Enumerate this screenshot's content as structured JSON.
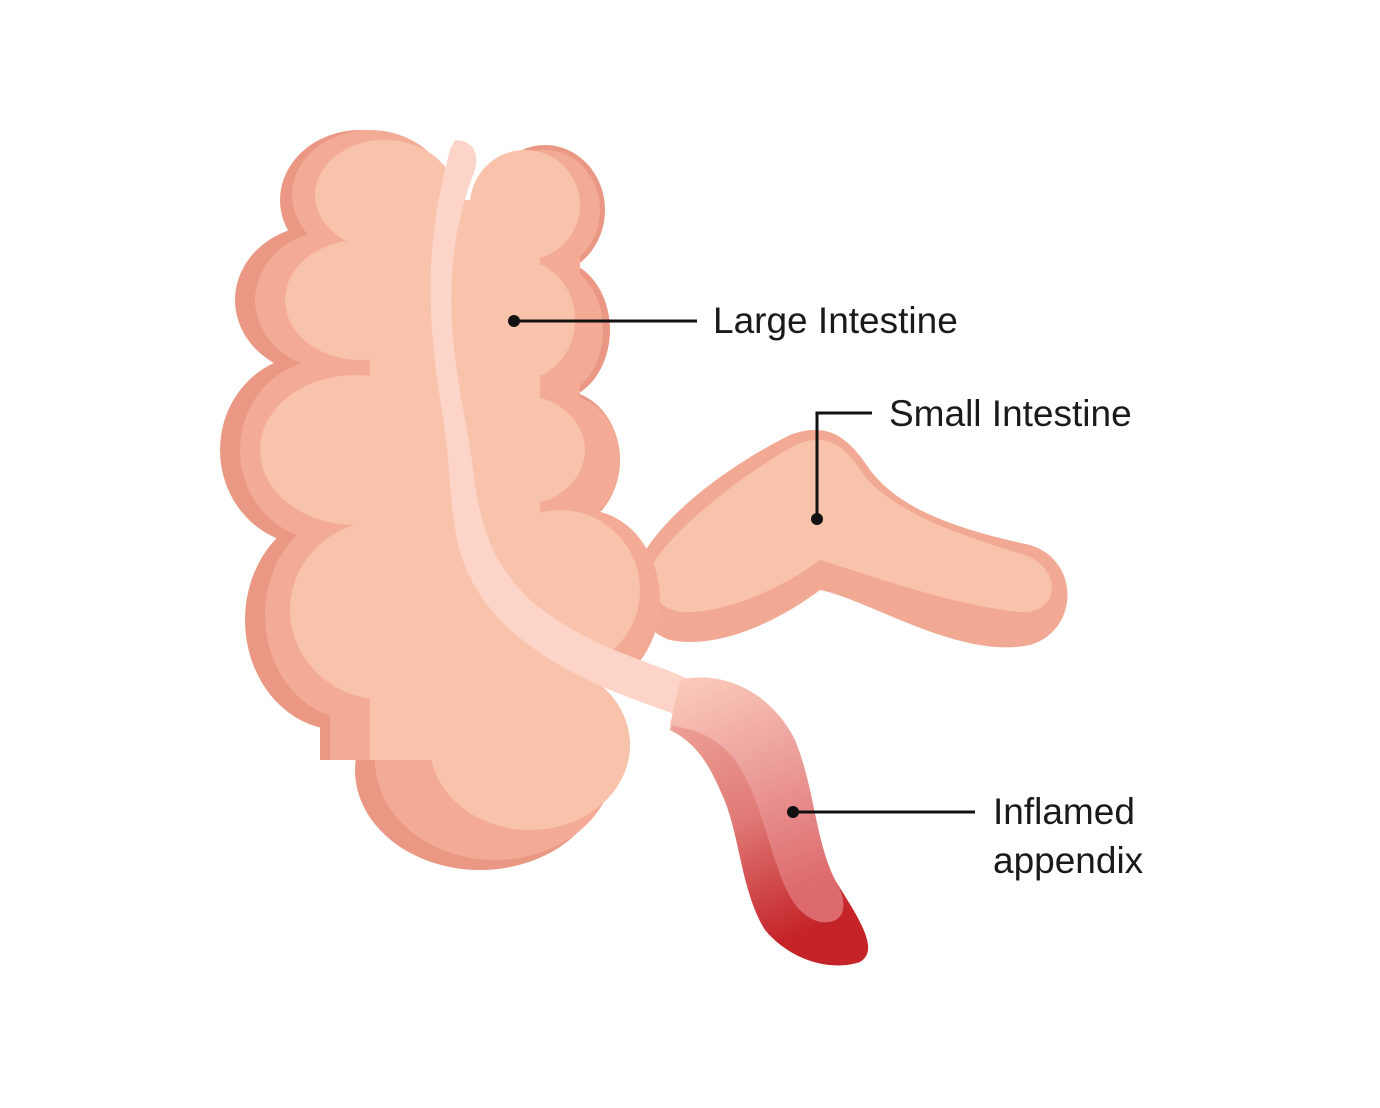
{
  "labels": {
    "large_intestine": "Large Intestine",
    "small_intestine": "Small Intestine",
    "appendix_line1": "Inflamed",
    "appendix_line2": "appendix"
  },
  "colors": {
    "tissue_dark": "#ea9883",
    "tissue_mid": "#f3ab96",
    "tissue_light": "#f9c2aa",
    "stripe": "#fcd5c8",
    "inflamed": "#c42328",
    "pointer": "#111111"
  }
}
